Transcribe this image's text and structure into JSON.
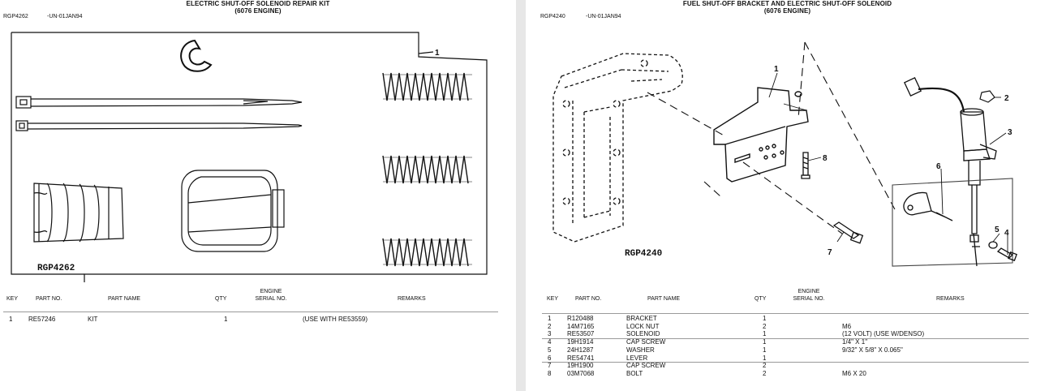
{
  "left": {
    "title_line1": "ELECTRIC SHUT-OFF SOLENOID REPAIR KIT",
    "title_line2": "(6076 ENGINE)",
    "figure_id": "RGP4262",
    "figure_date": "-UN-01JAN94",
    "figure_label": "RGP4262",
    "callout": "1",
    "headers": {
      "key": "KEY",
      "part_no": "PART NO.",
      "part_name": "PART NAME",
      "qty": "QTY",
      "engine_serial_1": "ENGINE",
      "engine_serial_2": "SERIAL NO.",
      "remarks": "REMARKS"
    },
    "rows": [
      {
        "key": "1",
        "part_no": "RE57246",
        "part_name": "KIT",
        "qty": "1",
        "remarks": "(USE WITH RE53559)"
      }
    ]
  },
  "right": {
    "title_line1": "FUEL SHUT-OFF BRACKET AND ELECTRIC SHUT-OFF SOLENOID",
    "title_line2": "(6076 ENGINE)",
    "figure_id": "RGP4240",
    "figure_date": "-UN-01JAN94",
    "figure_label": "RGP4240",
    "callouts": [
      "1",
      "2",
      "3",
      "4",
      "5",
      "6",
      "7",
      "8"
    ],
    "headers": {
      "key": "KEY",
      "part_no": "PART NO.",
      "part_name": "PART NAME",
      "qty": "QTY",
      "engine_serial_1": "ENGINE",
      "engine_serial_2": "SERIAL NO.",
      "remarks": "REMARKS"
    },
    "rows": [
      {
        "key": "1",
        "part_no": "R120488",
        "part_name": "BRACKET",
        "qty": "1",
        "remarks": ""
      },
      {
        "key": "2",
        "part_no": "14M7165",
        "part_name": "LOCK NUT",
        "qty": "2",
        "remarks": "M6"
      },
      {
        "key": "3",
        "part_no": "RE53507",
        "part_name": "SOLENOID",
        "qty": "1",
        "remarks": "(12 VOLT) (USE W/DENSO)"
      },
      {
        "key": "4",
        "part_no": "19H1914",
        "part_name": "CAP SCREW",
        "qty": "1",
        "remarks": "1/4\" X 1\""
      },
      {
        "key": "5",
        "part_no": "24H1287",
        "part_name": "WASHER",
        "qty": "1",
        "remarks": "9/32\" X 5/8\" X 0.065\""
      },
      {
        "key": "6",
        "part_no": "RE54741",
        "part_name": "LEVER",
        "qty": "1",
        "remarks": ""
      },
      {
        "key": "7",
        "part_no": "19H1900",
        "part_name": "CAP SCREW",
        "qty": "2",
        "remarks": ""
      },
      {
        "key": "8",
        "part_no": "03M7068",
        "part_name": "BOLT",
        "qty": "2",
        "remarks": "M6 X 20"
      }
    ]
  }
}
